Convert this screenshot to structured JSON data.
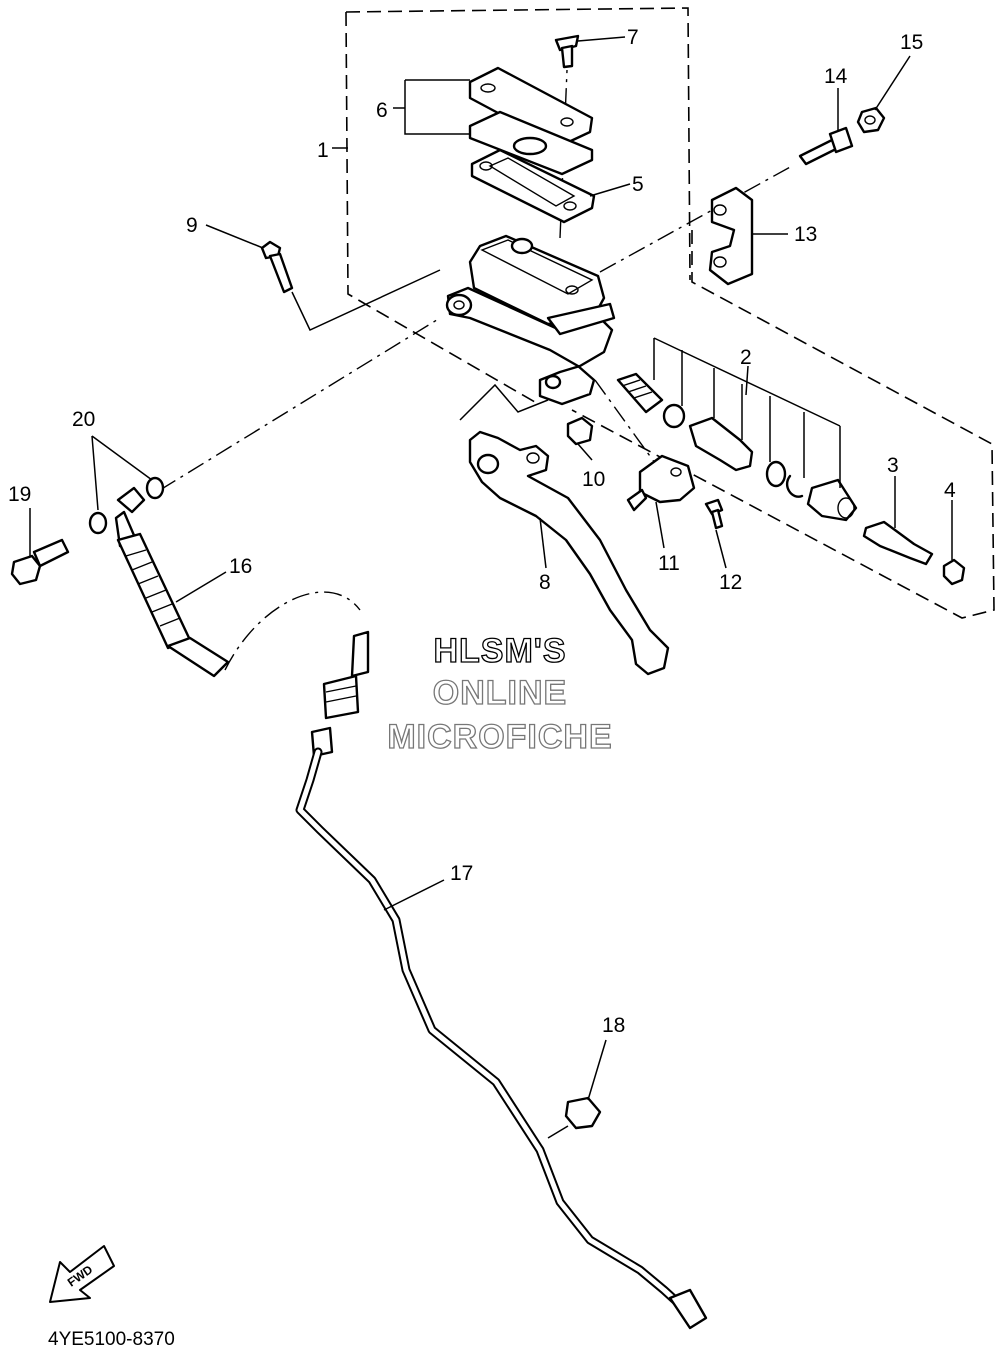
{
  "callouts": [
    {
      "id": "1",
      "label": "1"
    },
    {
      "id": "2",
      "label": "2"
    },
    {
      "id": "3",
      "label": "3"
    },
    {
      "id": "4",
      "label": "4"
    },
    {
      "id": "5",
      "label": "5"
    },
    {
      "id": "6",
      "label": "6"
    },
    {
      "id": "7",
      "label": "7"
    },
    {
      "id": "8",
      "label": "8"
    },
    {
      "id": "9",
      "label": "9"
    },
    {
      "id": "10",
      "label": "10"
    },
    {
      "id": "11",
      "label": "11"
    },
    {
      "id": "12",
      "label": "12"
    },
    {
      "id": "13",
      "label": "13"
    },
    {
      "id": "14",
      "label": "14"
    },
    {
      "id": "15",
      "label": "15"
    },
    {
      "id": "16",
      "label": "16"
    },
    {
      "id": "17",
      "label": "17"
    },
    {
      "id": "18",
      "label": "18"
    },
    {
      "id": "19",
      "label": "19"
    },
    {
      "id": "20",
      "label": "20"
    }
  ],
  "watermark": {
    "line1": "HLSM'S",
    "line2": "ONLINE",
    "line3": "MICROFICHE"
  },
  "fwd_label": "FWD",
  "diagram_code": "4YE5100-8370"
}
